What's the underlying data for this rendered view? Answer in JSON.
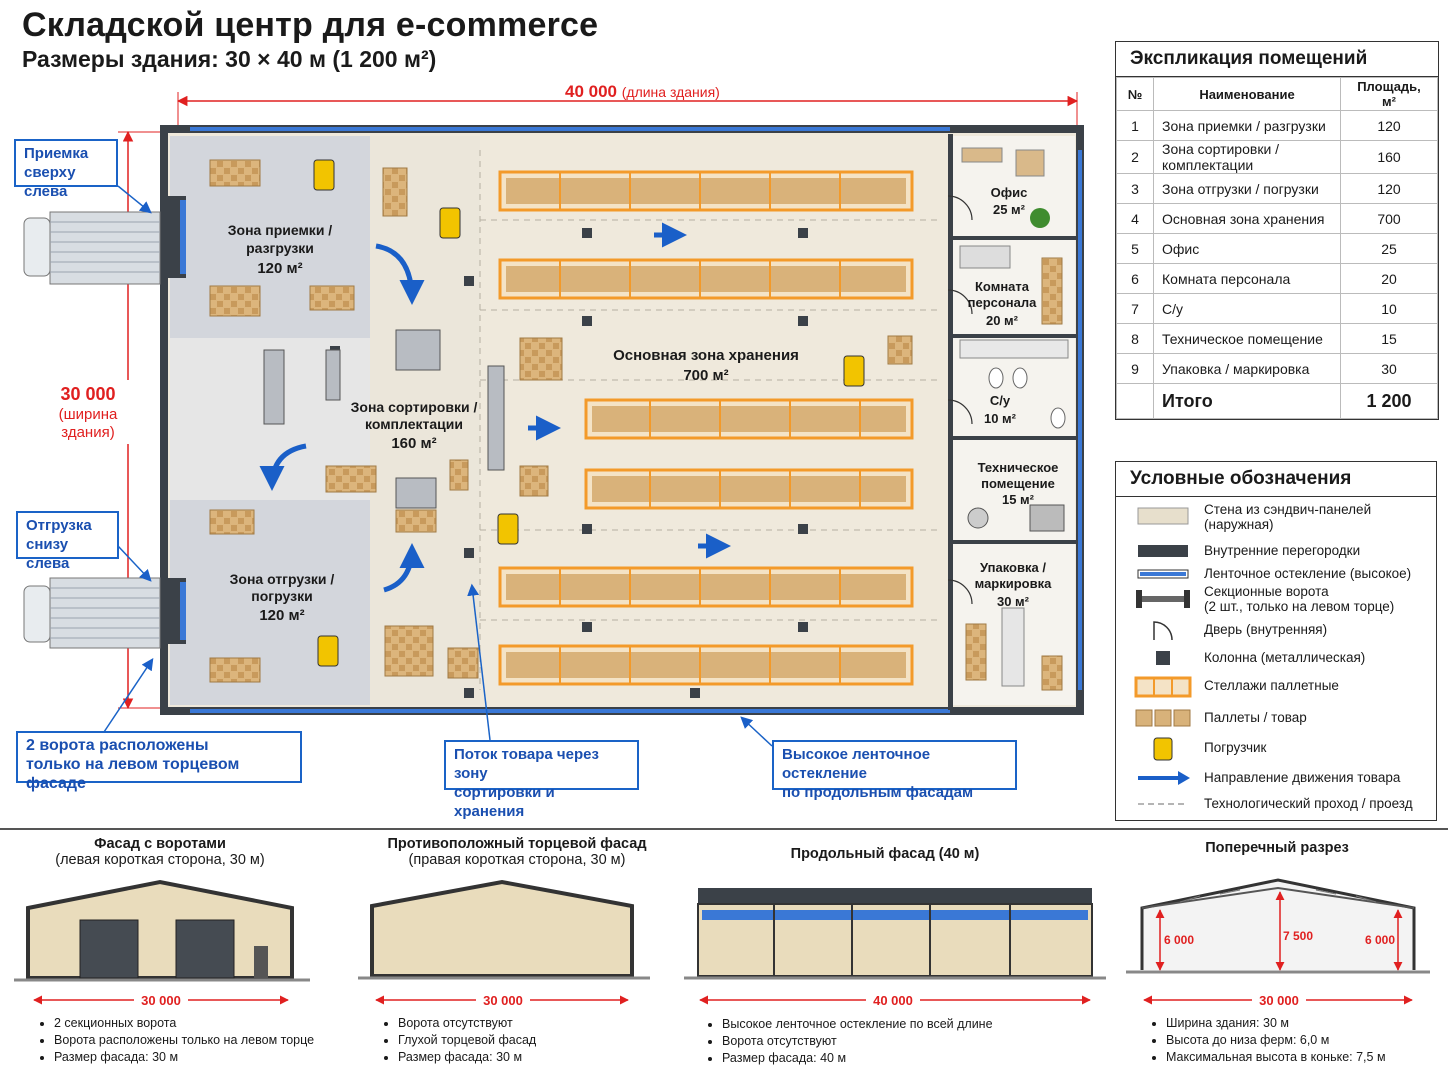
{
  "header": {
    "title": "Складской центр для e-commerce",
    "subtitle": "Размеры здания: 30 × 40 м (1 200 м²)"
  },
  "plan": {
    "length_value": "40 000",
    "length_note": "(длина здания)",
    "width_value": "30 000",
    "width_note_1": "(ширина",
    "width_note_2": "здания)",
    "zones": {
      "receiving": {
        "line1": "Зона приемки /",
        "line2": "разгрузки",
        "area": "120 м²"
      },
      "sorting": {
        "line1": "Зона сортировки /",
        "line2": "комплектации",
        "area": "160 м²"
      },
      "shipping": {
        "line1": "Зона отгрузки /",
        "line2": "погрузки",
        "area": "120 м²"
      },
      "storage": {
        "line1": "Основная зона хранения",
        "area": "700 м²"
      },
      "office": {
        "line1": "Офис",
        "area": "25 м²"
      },
      "staff": {
        "line1": "Комната",
        "line2": "персонала",
        "area": "20 м²"
      },
      "wc": {
        "line1": "С/у",
        "area": "10 м²"
      },
      "tech": {
        "line1": "Техническое",
        "line2": "помещение",
        "area": "15 м²"
      },
      "packing": {
        "line1": "Упаковка /",
        "line2": "маркировка",
        "area": "30 м²"
      }
    }
  },
  "callouts": {
    "top_gate_1": "Приемка",
    "top_gate_2": "сверху слева",
    "bottom_gate_1": "Отгрузка",
    "bottom_gate_2": "снизу слева",
    "gates_note_1": "2 ворота расположены",
    "gates_note_2": "только на левом торцевом фасаде",
    "flow_note_1": "Поток товара через зону",
    "flow_note_2": "сортировки и хранения",
    "glazing_note_1": "Высокое ленточное остекление",
    "glazing_note_2": "по продольным фасадам"
  },
  "explication": {
    "title": "Экспликация помещений",
    "headers": [
      "№",
      "Наименование",
      "Площадь, м²"
    ],
    "rows": [
      {
        "n": "1",
        "name": "Зона приемки / разгрузки",
        "area": "120"
      },
      {
        "n": "2",
        "name": "Зона сортировки / комплектации",
        "area": "160"
      },
      {
        "n": "3",
        "name": "Зона отгрузки / погрузки",
        "area": "120"
      },
      {
        "n": "4",
        "name": "Основная зона хранения",
        "area": "700"
      },
      {
        "n": "5",
        "name": "Офис",
        "area": "25"
      },
      {
        "n": "6",
        "name": "Комната персонала",
        "area": "20"
      },
      {
        "n": "7",
        "name": "С/у",
        "area": "10"
      },
      {
        "n": "8",
        "name": "Техническое помещение",
        "area": "15"
      },
      {
        "n": "9",
        "name": "Упаковка / маркировка",
        "area": "30"
      }
    ],
    "total_label": "Итого",
    "total_value": "1 200"
  },
  "legend": {
    "title": "Условные обозначения",
    "items": [
      {
        "icon": "sandwich-wall",
        "label": "Стена из сэндвич-панелей",
        "label2": "(наружная)"
      },
      {
        "icon": "internal-partition",
        "label": "Внутренние перегородки",
        "label2": ""
      },
      {
        "icon": "ribbon-glazing",
        "label": "Ленточное остекление (высокое)",
        "label2": ""
      },
      {
        "icon": "sectional-gate",
        "label": "Секционные ворота",
        "label2": "(2 шт., только на левом торце)"
      },
      {
        "icon": "door",
        "label": "Дверь (внутренняя)",
        "label2": ""
      },
      {
        "icon": "column",
        "label": "Колонна (металлическая)",
        "label2": ""
      },
      {
        "icon": "pallet-rack",
        "label": "Стеллажи паллетные",
        "label2": ""
      },
      {
        "icon": "pallet",
        "label": "Паллеты / товар",
        "label2": ""
      },
      {
        "icon": "forklift",
        "label": "Погрузчик",
        "label2": ""
      },
      {
        "icon": "flow-arrow",
        "label": "Направление движения товара",
        "label2": ""
      },
      {
        "icon": "dashed-passage",
        "label": "Технологический проход / проезд",
        "label2": ""
      }
    ],
    "colors": {
      "wall": "#e7dfcc",
      "partition": "#3b4148",
      "glazing": "#3a78d6",
      "rack": "#f39a2a",
      "pallet": "#d8b27a",
      "forklift": "#f2c400",
      "arrow": "#1a5fc8",
      "dimension": "#e02020"
    }
  },
  "facades": [
    {
      "title": "Фасад с воротами",
      "subtitle": "(левая короткая сторона, 30 м)",
      "dimension": "30 000",
      "bullets": [
        "2 секционных ворота",
        "Ворота расположены только на левом торце",
        "Размер фасада: 30 м"
      ]
    },
    {
      "title": "Противоположный торцевой фасад",
      "subtitle": "(правая короткая сторона, 30 м)",
      "dimension": "30 000",
      "bullets": [
        "Ворота отсутствуют",
        "Глухой торцевой фасад",
        "Размер фасада: 30 м"
      ]
    },
    {
      "title": "Продольный фасад (40 м)",
      "subtitle": "",
      "dimension": "40 000",
      "bullets": [
        "Высокое ленточное остекление по всей длине",
        "Ворота отсутствуют",
        "Размер фасада: 40 м"
      ]
    },
    {
      "title": "Поперечный разрез",
      "subtitle": "",
      "dimension": "30 000",
      "heights": [
        "6 000",
        "7 500",
        "6 000"
      ],
      "bullets": [
        "Ширина здания: 30 м",
        "Высота до низа ферм: 6,0 м",
        "Максимальная высота в коньке: 7,5 м"
      ]
    }
  ]
}
